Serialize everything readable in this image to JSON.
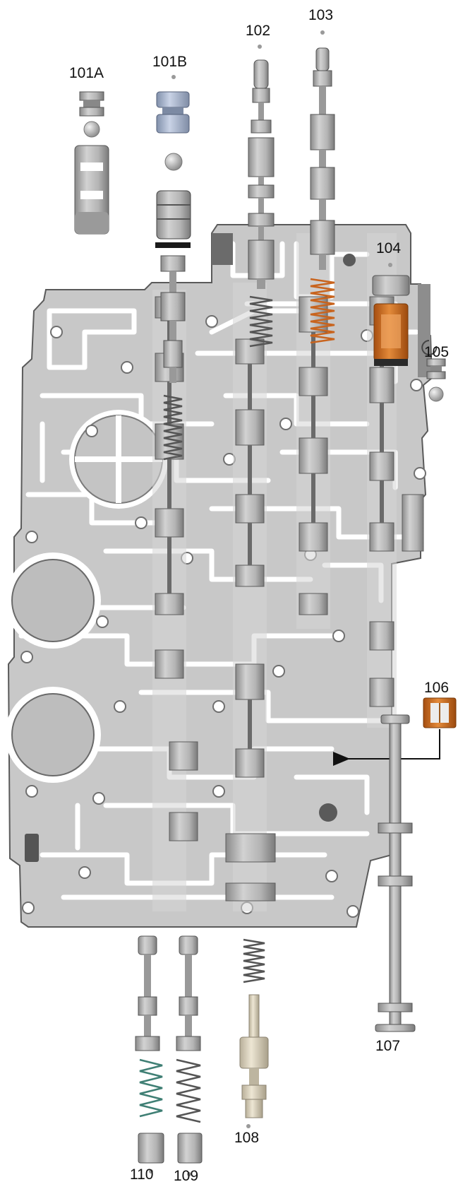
{
  "callouts": {
    "c101A": "101A",
    "c101B": "101B",
    "c102": "102",
    "c103": "103",
    "c104": "104",
    "c105": "105",
    "c106": "106",
    "c107": "107",
    "c108": "108",
    "c109": "109",
    "c110": "110"
  },
  "colors": {
    "body_fill": "#c8c8c8",
    "body_outline": "#5a5a5a",
    "channel_fill": "#ffffff",
    "spool_fill": "#a9a9a9",
    "spool_dark": "#7d7d7d",
    "spring_grey": "#555555",
    "spring_orange": "#c8641e",
    "screen_orange": "#d2731f",
    "sleeve_blue": "#a8b6cf",
    "spring_teal": "#3f7f74",
    "valve_beige": "#d9d2c0",
    "leader": "#111111"
  }
}
